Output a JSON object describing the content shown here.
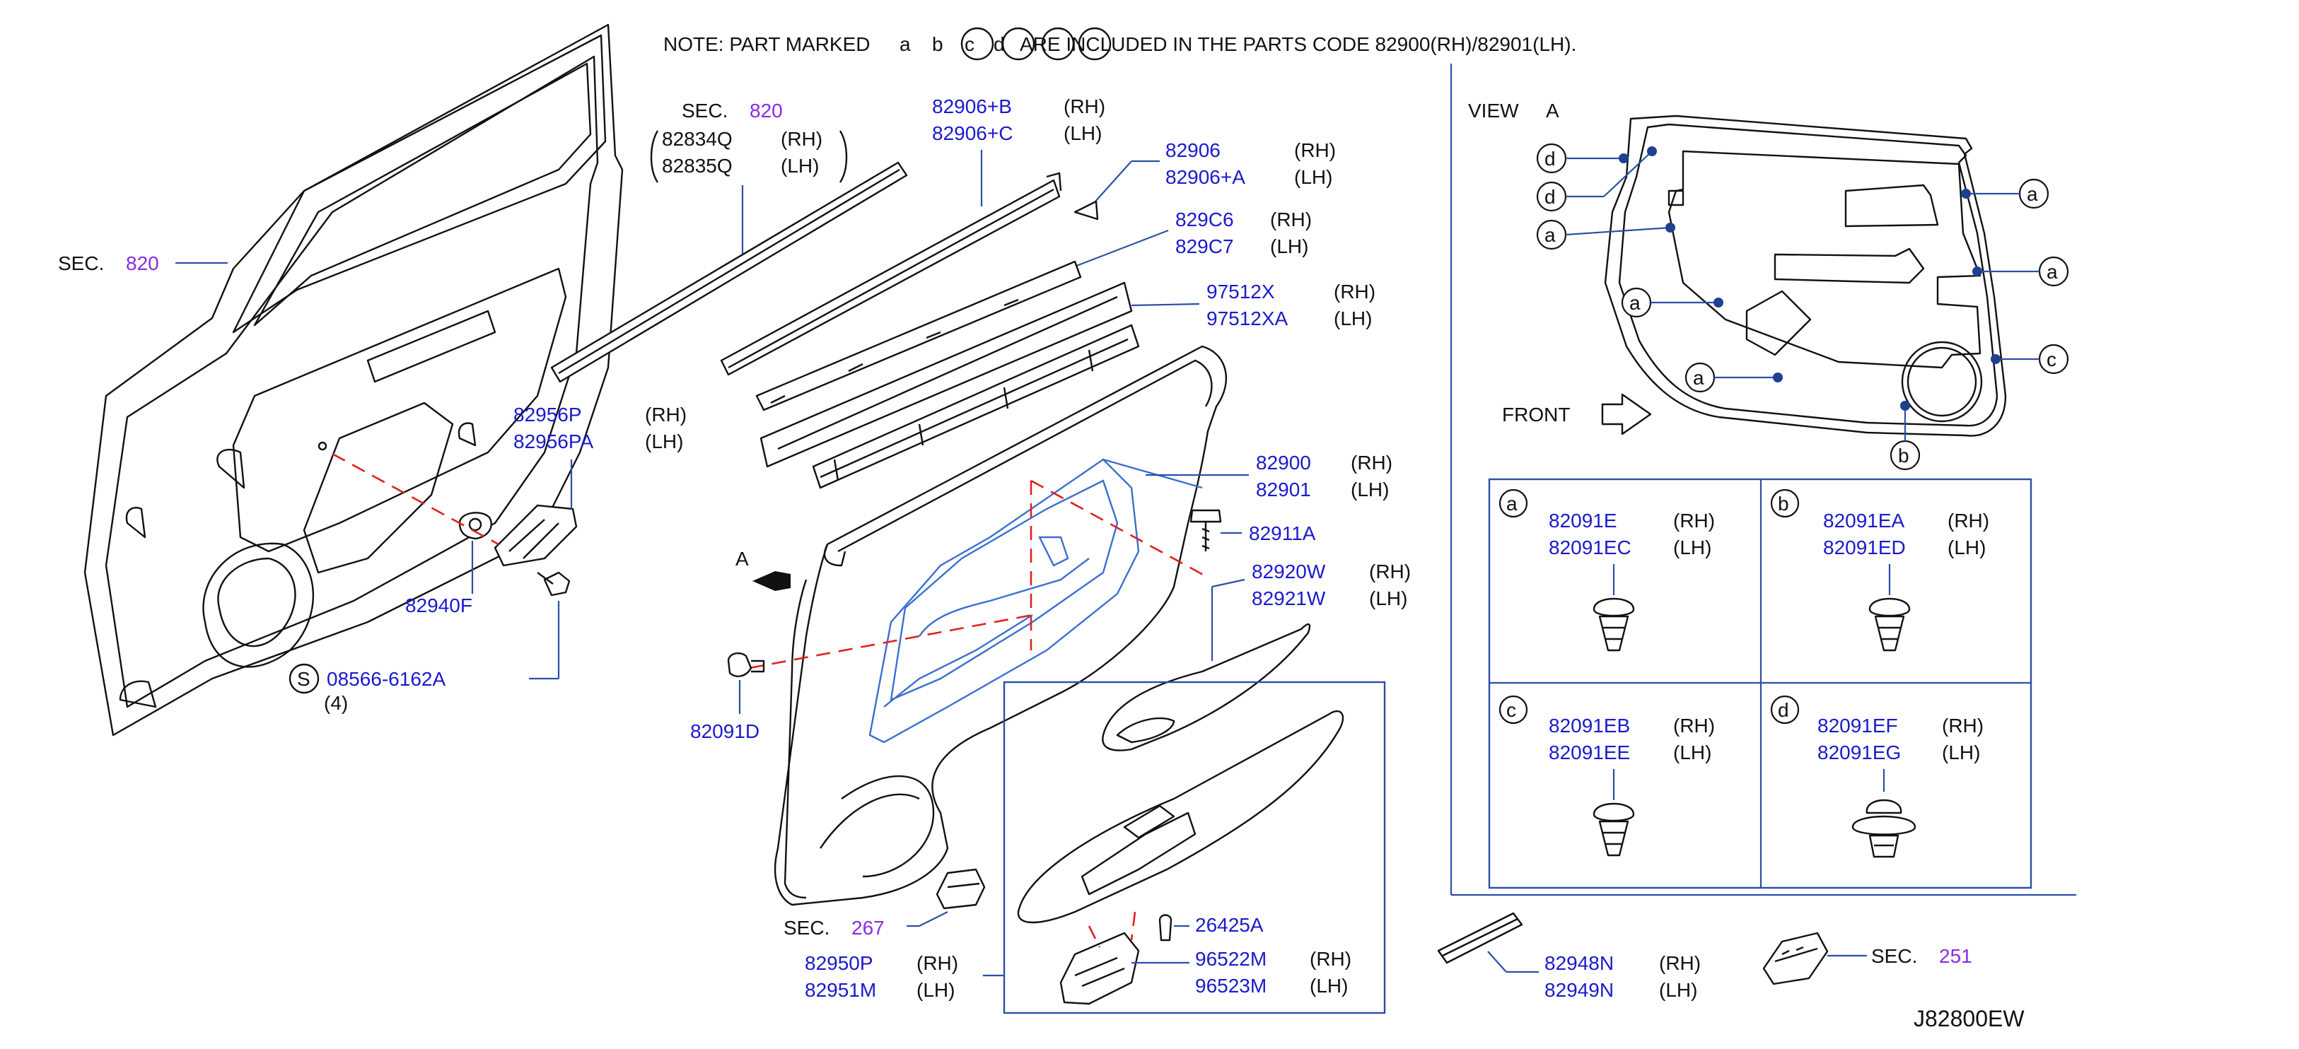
{
  "note": {
    "lead": "NOTE:  PART  MARKED",
    "marks": [
      "a",
      "b",
      "c",
      "d"
    ],
    "tail": "ARE  INCLUDED  IN  THE  PARTS  CODE  82900(RH)/82901(LH)."
  },
  "labels": {
    "sec_word": "SEC.",
    "rh": "(RH)",
    "lh": "(LH)",
    "view": "VIEW",
    "view_letter": "A",
    "arrow_a": "A",
    "front": "FRONT",
    "s_mark": "S",
    "qty": "(4)",
    "drawing_id": "J82800EW"
  },
  "sections": {
    "sec_820_left": "820",
    "sec_820_top": "820",
    "sec_267": "267",
    "sec_251": "251"
  },
  "parts": {
    "p82834Q": "82834Q",
    "p82835Q": "82835Q",
    "p82906B": "82906+B",
    "p82906C": "82906+C",
    "p82906": "82906",
    "p82906A": "82906+A",
    "p829C6": "829C6",
    "p829C7": "829C7",
    "p97512X": "97512X",
    "p97512XA": "97512XA",
    "p82956P": "82956P",
    "p82956PA": "82956PA",
    "p82900": "82900",
    "p82901": "82901",
    "p82911A": "82911A",
    "p82920W": "82920W",
    "p82921W": "82921W",
    "p82940F": "82940F",
    "p08566": "08566-6162A",
    "p82091D": "82091D",
    "p26425A": "26425A",
    "p82950P": "82950P",
    "p82951M": "82951M",
    "p96522M": "96522M",
    "p96523M": "96523M",
    "p82948N": "82948N",
    "p82949N": "82949N"
  },
  "clip_table": [
    {
      "mark": "a",
      "rh": "82091E",
      "lh": "82091EC"
    },
    {
      "mark": "b",
      "rh": "82091EA",
      "lh": "82091ED"
    },
    {
      "mark": "c",
      "rh": "82091EB",
      "lh": "82091EE"
    },
    {
      "mark": "d",
      "rh": "82091EF",
      "lh": "82091EG"
    }
  ],
  "view_markers": [
    "d",
    "d",
    "a",
    "a",
    "a",
    "a",
    "a",
    "c",
    "b"
  ],
  "colors": {
    "part_number": "#1a1acc",
    "section_ref": "#8a2be2",
    "leader_line": "#2a4fa8",
    "alignment_dash": "#e02020",
    "line_art": "#111111"
  }
}
